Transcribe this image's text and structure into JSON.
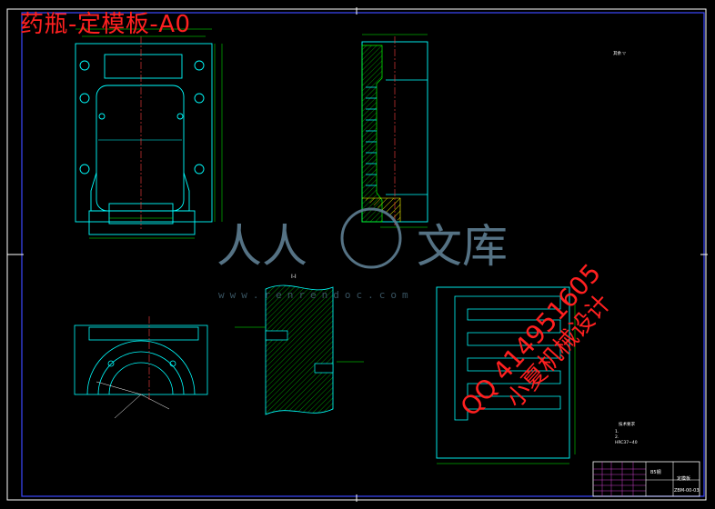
{
  "title": "药瓶-定模板-A0",
  "watermark": {
    "logo_text_left": "人人",
    "logo_text_right": "文库",
    "url": "www.renrendoc.com"
  },
  "contact_overlay": {
    "qq": "QQ 414951605",
    "name": "小夏机械设计"
  },
  "annotations": {
    "section_label": "I-I",
    "roughness_note": "其余 ▽",
    "tech_req_title": "技术要求",
    "tech_req_line1": "1.",
    "tech_req_line2": "2.",
    "tech_req_line3": "HRC37~40"
  },
  "title_block": {
    "material": "B5钢",
    "part_name": "定模板",
    "drawing_no": "ZBM-00-03"
  },
  "colors": {
    "background": "#000000",
    "frame": "#3b48ff",
    "outline": "#00ffff",
    "hatch": "#ffff00",
    "dims": "#00ff00",
    "centerline": "#ff4040",
    "title_red": "#ff2020"
  }
}
